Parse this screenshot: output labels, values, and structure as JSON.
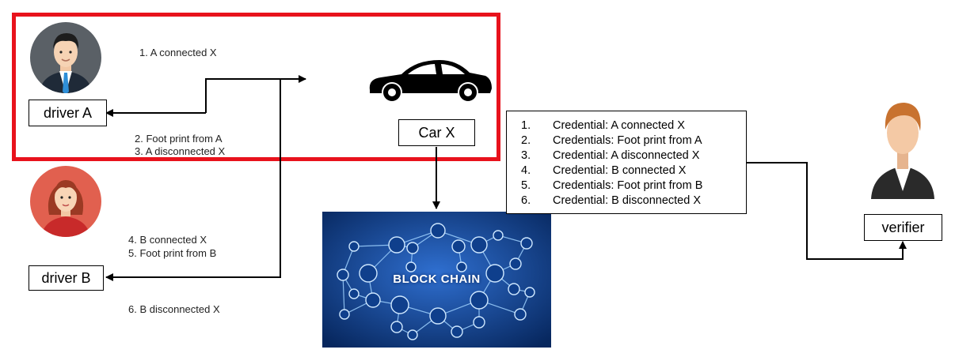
{
  "colors": {
    "highlight": "#e8121c",
    "chain_bg": "#0b3a86",
    "node": "#9fd2ff"
  },
  "driver_a": {
    "label": "driver A",
    "avatar_icon": "man-avatar-icon"
  },
  "driver_b": {
    "label": "driver B",
    "avatar_icon": "woman-avatar-icon"
  },
  "car": {
    "label": "Car X",
    "icon": "car-icon"
  },
  "verifier": {
    "label": "verifier",
    "icon": "verifier-avatar-icon"
  },
  "events": {
    "e1": "1. A connected X",
    "e2": "2. Foot print from A",
    "e3": "3. A disconnected X",
    "e4": "4. B connected X",
    "e5": "5. Foot print from B",
    "e6": "6. B disconnected X"
  },
  "credentials": [
    {
      "num": "1.",
      "text": "Credential: A connected X"
    },
    {
      "num": "2.",
      "text": "Credentials: Foot print from A"
    },
    {
      "num": "3.",
      "text": "Credential: A disconnected X"
    },
    {
      "num": "4.",
      "text": "Credential: B connected X"
    },
    {
      "num": "5.",
      "text": "Credentials: Foot print from B"
    },
    {
      "num": "6.",
      "text": "Credential: B disconnected X"
    }
  ],
  "blockchain": {
    "label": "BLOCK CHAIN"
  }
}
